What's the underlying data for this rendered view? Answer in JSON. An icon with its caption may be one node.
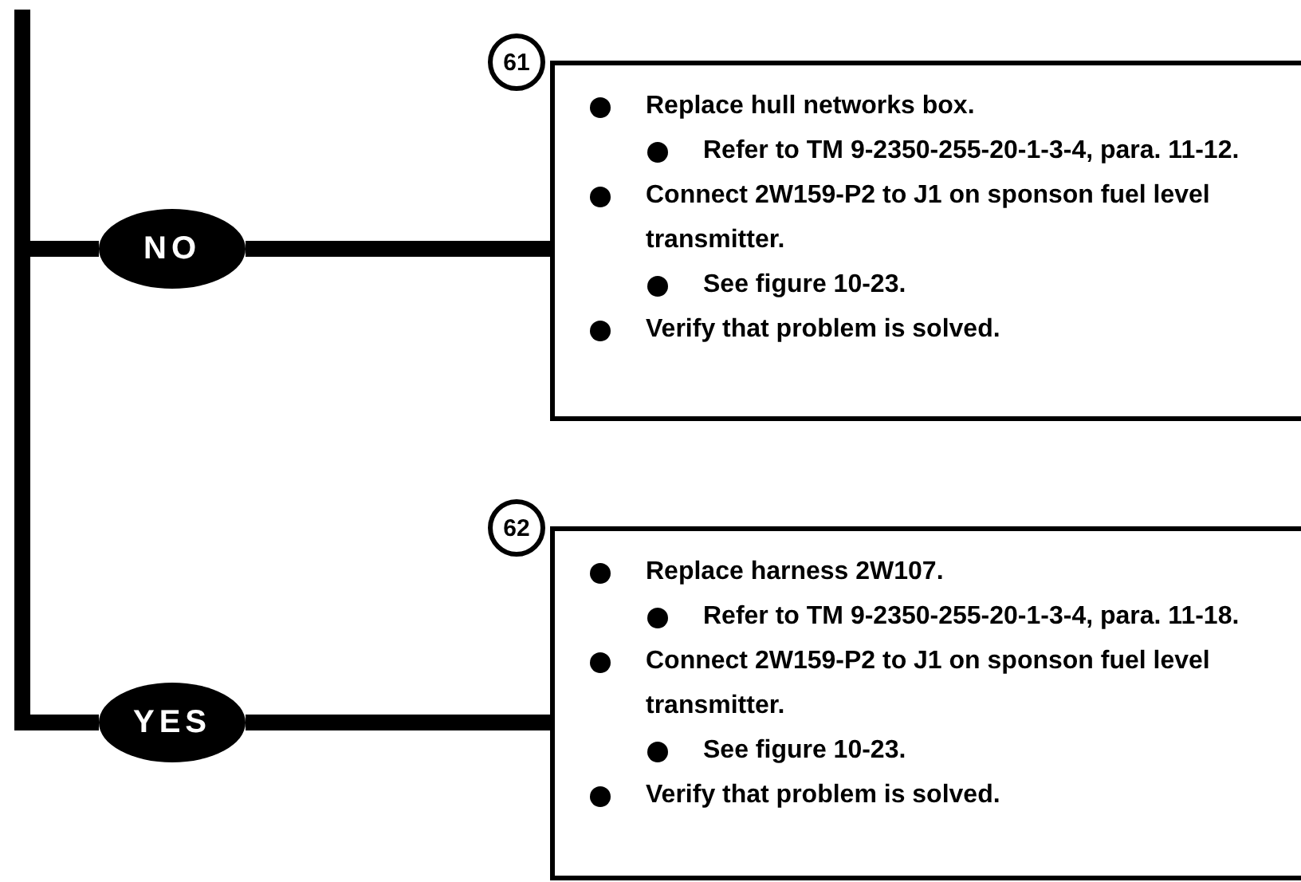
{
  "diagram": {
    "nodes": [
      {
        "text": [
          "NO"
        ]
      },
      {
        "text": [
          "61"
        ]
      },
      {
        "text": [
          "Replace hull networks box.",
          "Refer to TM 9-2350-255-20-1-3-4, para. 11-12.",
          "Connect 2W159-P2 to J1 on sponson fuel level transmitter.",
          "See figure 10-23.",
          "Verify that problem is solved."
        ]
      },
      {
        "text": [
          "YES"
        ]
      },
      {
        "text": [
          "62"
        ]
      },
      {
        "text": [
          "Replace harness 2W107.",
          "Refer to TM 9-2350-255-20-1-3-4, para. 11-18.",
          "Connect 2W159-P2 to J1 on sponson fuel level transmitter.",
          "See figure 10-23.",
          "Verify that problem is solved."
        ]
      }
    ],
    "edges": [
      {
        "from": null,
        "to": 0,
        "arrow": "none"
      },
      {
        "from": 0,
        "to": 2,
        "arrow": "none"
      },
      {
        "from": null,
        "to": 3,
        "arrow": "none"
      },
      {
        "from": 3,
        "to": 5,
        "arrow": "none"
      }
    ]
  }
}
